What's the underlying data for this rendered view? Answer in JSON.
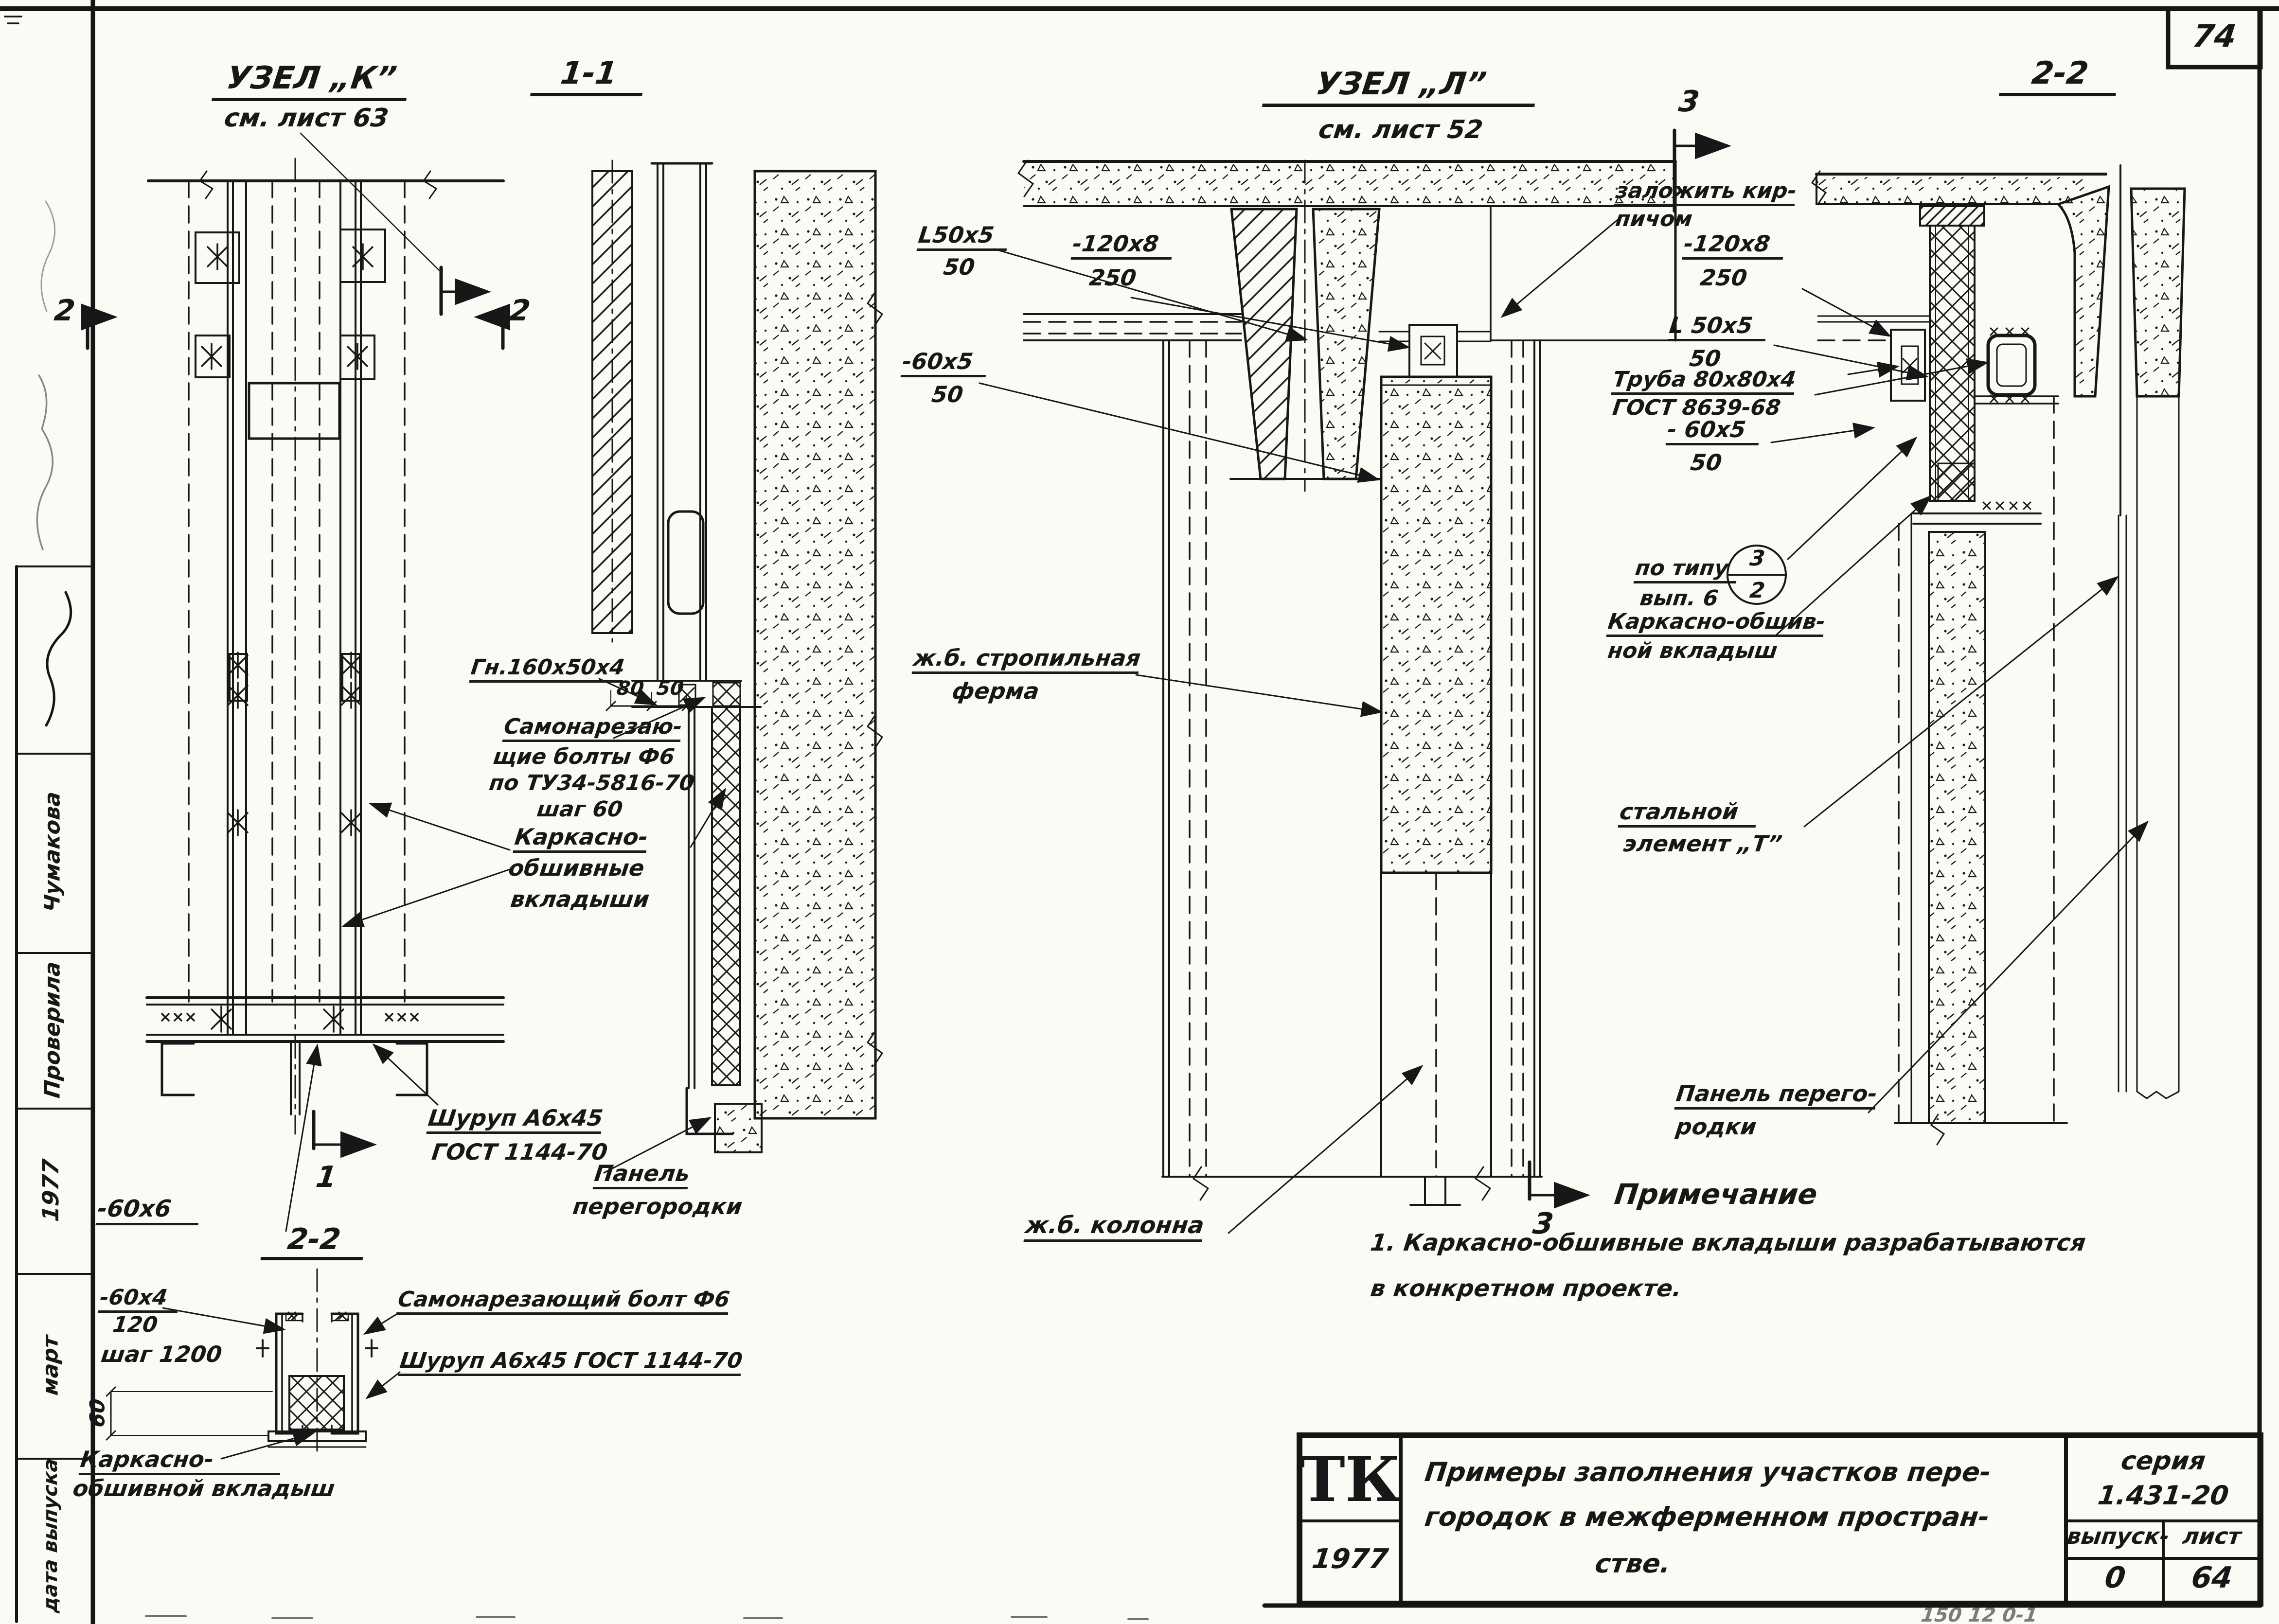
{
  "page": {
    "sheet_number": "74",
    "footer_scrawl": "150 12 0-1"
  },
  "margin": {
    "checked_by_label": "Проверила",
    "checked_by_name": "Чумакова",
    "year": "1977",
    "month": "март",
    "release_label": "дата выпуска"
  },
  "uzel_k": {
    "title": "УЗЕЛ „К”",
    "subtitle": "см. лист 63",
    "sec1": "1",
    "sec2_left": "2",
    "sec2_right": "2",
    "plate_label": "-60х6",
    "screw_l1": "Шуруп А6х45",
    "screw_l2": "ГОСТ 1144-70"
  },
  "sec11": {
    "title": "1-1",
    "profile": "Гн.160х50х4",
    "dim80": "80",
    "dim50": "50",
    "bolts_l1": "Самонарезаю-",
    "bolts_l2": "щие болты Ф6",
    "bolts_l3": "по ТУ34-5816-70",
    "bolts_l4": "шаг 60",
    "vkl_l1": "Каркасно-",
    "vkl_l2": "обшивные",
    "vkl_l3": "вкладыши",
    "panel_l1": "Панель",
    "panel_l2": "перегородки"
  },
  "uzel_l": {
    "title": "УЗЕЛ „Л”",
    "subtitle": "см. лист 52",
    "sec3_top": "3",
    "sec3_bottom": "3",
    "brick_l1": "заложить кир-",
    "brick_l2": "пичом",
    "plate120": "-120х8",
    "plate120_sub": "250",
    "angle": "L50х5",
    "angle_sub": "50",
    "plate60": "-60х5",
    "plate60_sub": "50",
    "truss_l1": "ж.б. стропильная",
    "truss_l2": "ферма",
    "column": "ж.б. колонна"
  },
  "sec22": {
    "title": "2-2",
    "plate120": "-120х8",
    "plate120_sub": "250",
    "angle": "L 50х5",
    "angle_sub": "50",
    "tube_l1": "Труба 80х80х4",
    "tube_l2": "ГОСТ 8639-68",
    "plate60": "- 60х5",
    "plate60_sub": "50",
    "type_label": "по типу",
    "type_top": "3",
    "type_bottom": "2",
    "type_sub": "вып. 6",
    "vkl_l1": "Каркасно-обшив-",
    "vkl_l2": "ной вкладыш",
    "steel_l1": "стальной",
    "steel_l2": "элемент „Т”",
    "panel_l1": "Панель перего-",
    "panel_l2": "родки"
  },
  "detail22": {
    "title": "2-2",
    "plate": "-60х4",
    "plate_sub": "120",
    "step": "шаг 1200",
    "dim60": "60",
    "bolt": "Самонарезающий болт Ф6",
    "screw": "Шуруп А6х45 ГОСТ 1144-70",
    "vkl_l1": "Каркасно-",
    "vkl_l2": "обшивной вкладыш"
  },
  "note": {
    "title": "Примечание",
    "line1": "1. Каркасно-обшивные  вкладыши  разрабатываются",
    "line2": "в  конкретном    проекте."
  },
  "titleblock": {
    "logo": "ТК",
    "year": "1977",
    "line1": "Примеры  заполнения  участков  пере-",
    "line2": "городок  в  межферменном  простран-",
    "line3": "стве.",
    "series_label": "серия",
    "series": "1.431-20",
    "issue_label": "выпуск-",
    "sheet_label": "лист",
    "issue": "0",
    "sheet": "64"
  }
}
